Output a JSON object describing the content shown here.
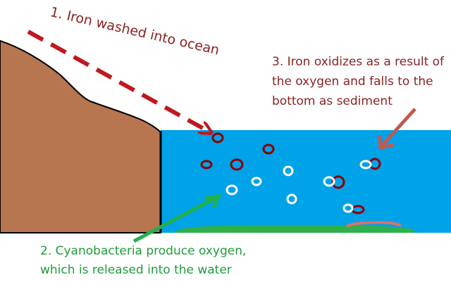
{
  "labels": {
    "step1": "1. Iron washed into ocean",
    "step2_line1": "2. Cyanobacteria produce oxygen,",
    "step2_line2": "which is released into the water",
    "step3_line1": "3. Iron oxidizes as a result of",
    "step3_line2": "the oxygen and falls to the",
    "step3_line3": "bottom as sediment"
  },
  "colors": {
    "iron_text": "#8b2323",
    "cyano_text": "#1e9e3a",
    "dashed_arrow": "#c0181e",
    "oxidize_arrow": "#c05a50",
    "green_arrow": "#22b14c",
    "water": "#00a2e8",
    "land": "#b77550",
    "bacteria_mat": "#2eb14c",
    "iron_ring": "#8b0000",
    "oxygen_ring": "#ffffff",
    "sediment": "#d9716a"
  },
  "icons": {
    "iron_particle": "red-ring",
    "oxygen_bubble": "white-ring"
  }
}
